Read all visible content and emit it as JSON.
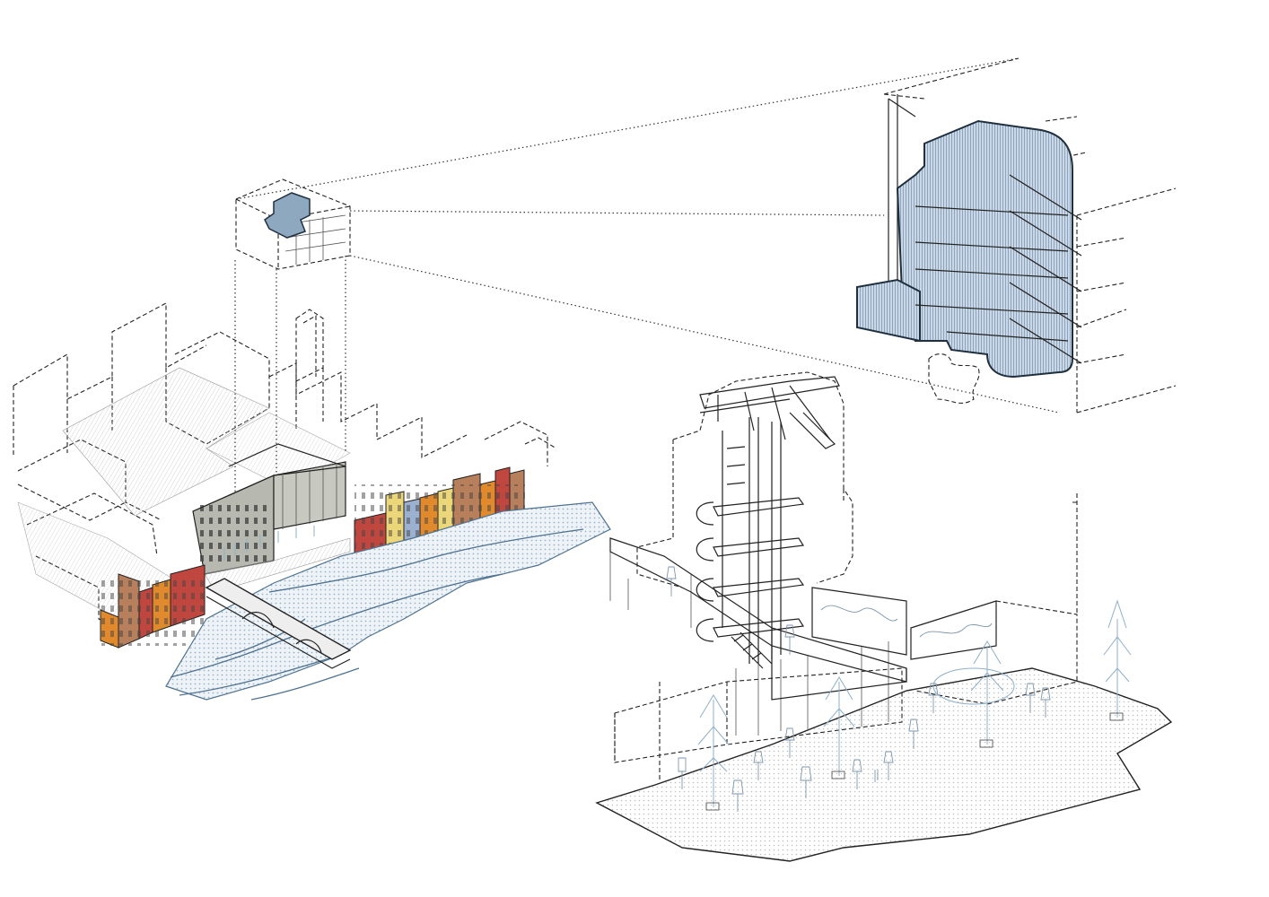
{
  "diagram": {
    "colors": {
      "ink": "#222222",
      "water": "#4f7290",
      "glass_blue": "#b9cbdd",
      "facade_orange": "#e08a2d",
      "facade_red": "#c0473f",
      "facade_yellow": "#ecd67a",
      "facade_blue": "#9cb0cf",
      "facade_brown": "#b77f5c",
      "facade_grey": "#b7b8b0",
      "people": "#7c97ad"
    },
    "groups": [
      {
        "id": "city-context",
        "name": "city-context-axonometric"
      },
      {
        "id": "tower-section",
        "name": "tower-stair-section"
      },
      {
        "id": "core-detail",
        "name": "stair-core-detail"
      },
      {
        "id": "plaza",
        "name": "plaza-ground-plane"
      }
    ]
  }
}
